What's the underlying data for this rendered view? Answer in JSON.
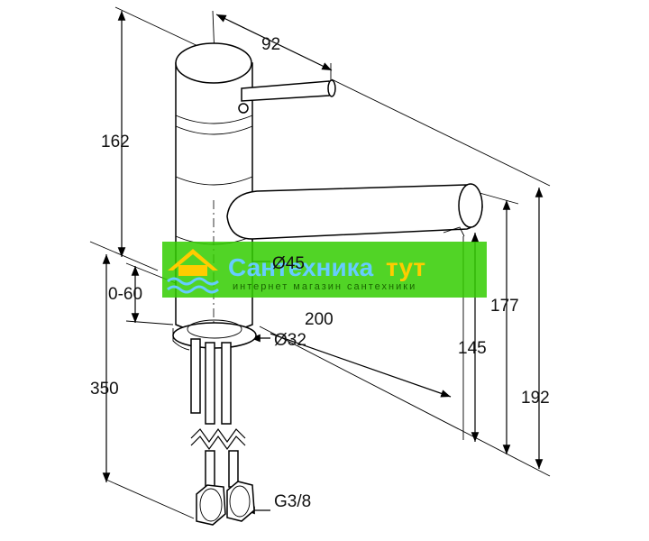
{
  "dimensions": {
    "d92": "92",
    "d162": "162",
    "d45": "Ø45",
    "d060": "0-60",
    "d200": "200",
    "d177": "177",
    "d32": "Ø32",
    "d145": "145",
    "d350": "350",
    "d192": "192",
    "g38": "G3/8"
  },
  "watermark": {
    "title_part1": "Сантехника",
    "title_part2": "тут",
    "subtitle": "интернет магазин сантехники",
    "colors": {
      "band": "#33cc00",
      "title_text": "#66ccff",
      "accent_text": "#ffcc00",
      "logo": "#ffcc00"
    }
  }
}
